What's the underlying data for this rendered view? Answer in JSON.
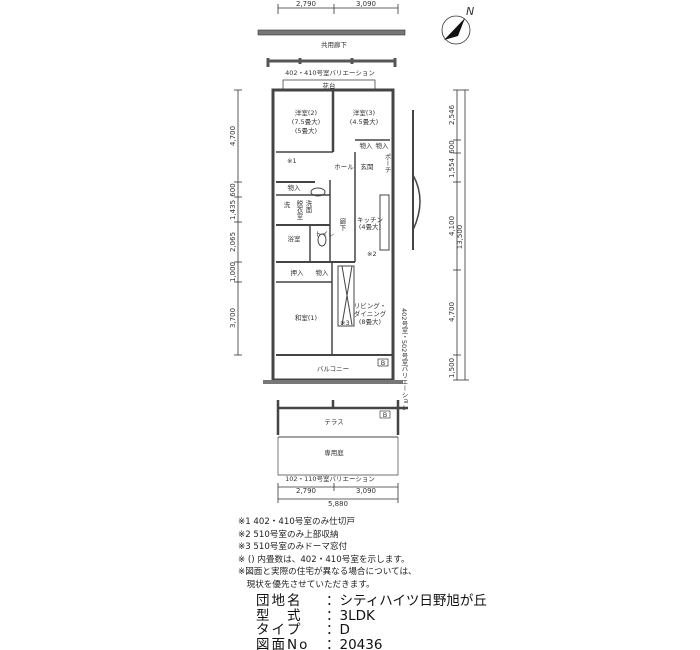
{
  "plan": {
    "top_dims": [
      "2,790",
      "3,090"
    ],
    "corridor": "共用廊下",
    "variation_top": "402・410号室バリエーション",
    "flower_stand": "花台",
    "rooms": {
      "western2": [
        "洋室(2)",
        "(7.5畳大)",
        "(5畳大)"
      ],
      "western3": [
        "洋室(3)",
        "(4.5畳大)"
      ],
      "closet": "物入",
      "note1_mark": "※1",
      "hall": "ホール",
      "entrance": "玄関",
      "porch": "ポーチ",
      "wash": "洗",
      "dressing": "脱衣室",
      "washroom": "洗面",
      "bath": "浴室",
      "toilet": "トイレ",
      "corridor": "廊下",
      "kitchen": [
        "キッチン",
        "(4畳大)"
      ],
      "note2_mark": "※2",
      "oshiire": "押入",
      "japanese": "和室(1)",
      "note3_mark": "※3",
      "living": [
        "リビング・",
        "ダイニング",
        "(8畳大)"
      ],
      "side_variation": "402号室・502号室バリエーション",
      "balcony": "バルコニー",
      "terrace": "テラス",
      "garden": "専用庭",
      "b_mark": "B"
    },
    "left_dims": [
      "4,700",
      "600",
      "1,435",
      "2,065",
      "1,000",
      "3,700"
    ],
    "right_dims": [
      "2,546",
      "600",
      "1,554",
      "4,100",
      "4,700",
      "1,500"
    ],
    "total_dim": "13,500",
    "variation_bottom": "102・110号室バリエーション",
    "bottom_dims": [
      "2,790",
      "3,090"
    ],
    "bottom_total": "5,880",
    "north": "N"
  },
  "notes": [
    "※1 402・410号室のみ仕切戸",
    "※2 510号室のみ上部収納",
    "※3 510号室のみドーマ窓付",
    "※ () 内畳数は、402・410号室を示します。",
    "※図面と実際の住宅が異なる場合については、",
    "　現状を優先させていただきます。"
  ],
  "info": [
    {
      "key": "団地名",
      "value": "シティハイツ日野旭が丘"
    },
    {
      "key": "型　式",
      "value": "3LDK"
    },
    {
      "key": "タイプ",
      "value": "D"
    },
    {
      "key": "図面No",
      "value": "20436"
    }
  ]
}
